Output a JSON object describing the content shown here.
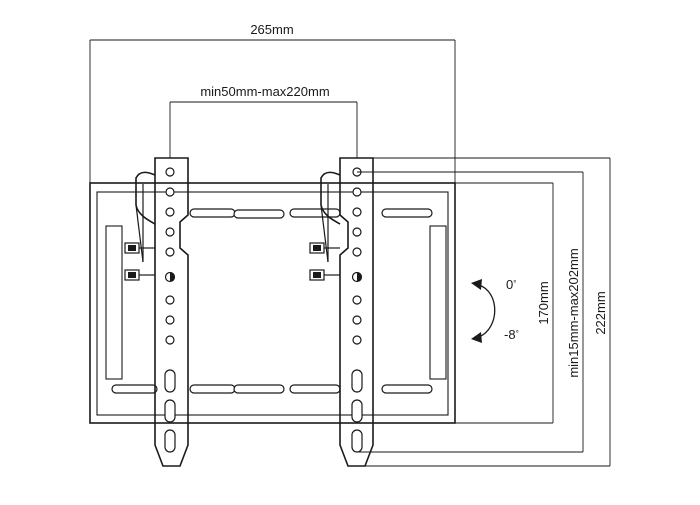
{
  "dimensions": {
    "overall_width": "265mm",
    "vesa_horizontal": "min50mm-max220mm",
    "tilt_top": "0",
    "tilt_bottom": "-8",
    "tilt_unit": "°",
    "plate_height": "170mm",
    "vesa_vertical": "min15mm-max202mm",
    "overall_height": "222mm"
  },
  "colors": {
    "line": "#1a1a1a",
    "background": "#ffffff"
  }
}
